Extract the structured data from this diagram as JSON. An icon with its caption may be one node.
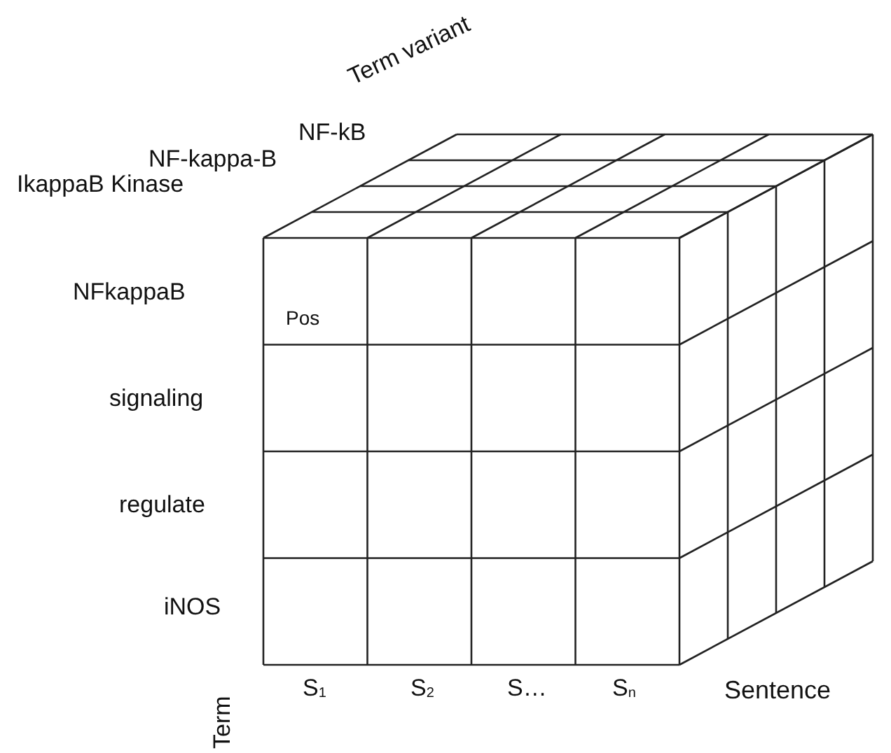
{
  "diagram": {
    "labels": [
      "Term variant",
      "NF-kB",
      "NF-kappa-B",
      "IkappaB Kinase",
      "NFkappaB",
      "Pos",
      "signaling",
      "regulate",
      "iNOS",
      "Term",
      "S$_{1}$",
      "S$_{2}$",
      "S…",
      "S$_{n}$",
      "Sentence"
    ]
  }
}
